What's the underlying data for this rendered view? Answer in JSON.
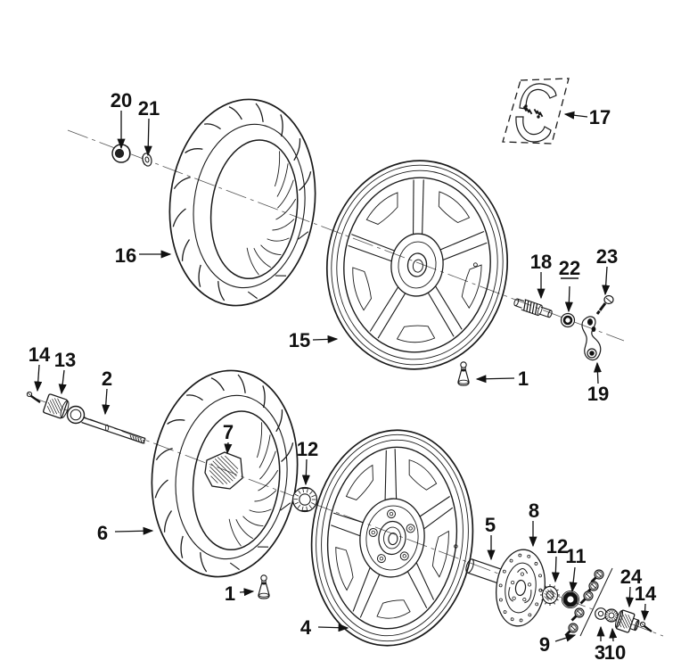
{
  "diagram": {
    "background": "#ffffff",
    "line_color": "#1a1a1a",
    "callouts": [
      {
        "text": "20"
      },
      {
        "text": "21"
      },
      {
        "text": "16"
      },
      {
        "text": "17"
      },
      {
        "text": "15"
      },
      {
        "text": "18"
      },
      {
        "text": "22",
        "underline": true
      },
      {
        "text": "23"
      },
      {
        "text": "19"
      },
      {
        "text": "1"
      },
      {
        "text": "14"
      },
      {
        "text": "13"
      },
      {
        "text": "2"
      },
      {
        "text": "7"
      },
      {
        "text": "12"
      },
      {
        "text": "6"
      },
      {
        "text": "1"
      },
      {
        "text": "4"
      },
      {
        "text": "5"
      },
      {
        "text": "8"
      },
      {
        "text": "12"
      },
      {
        "text": "11"
      },
      {
        "text": "9"
      },
      {
        "text": "3"
      },
      {
        "text": "10"
      },
      {
        "text": "24"
      },
      {
        "text": "14"
      }
    ]
  }
}
